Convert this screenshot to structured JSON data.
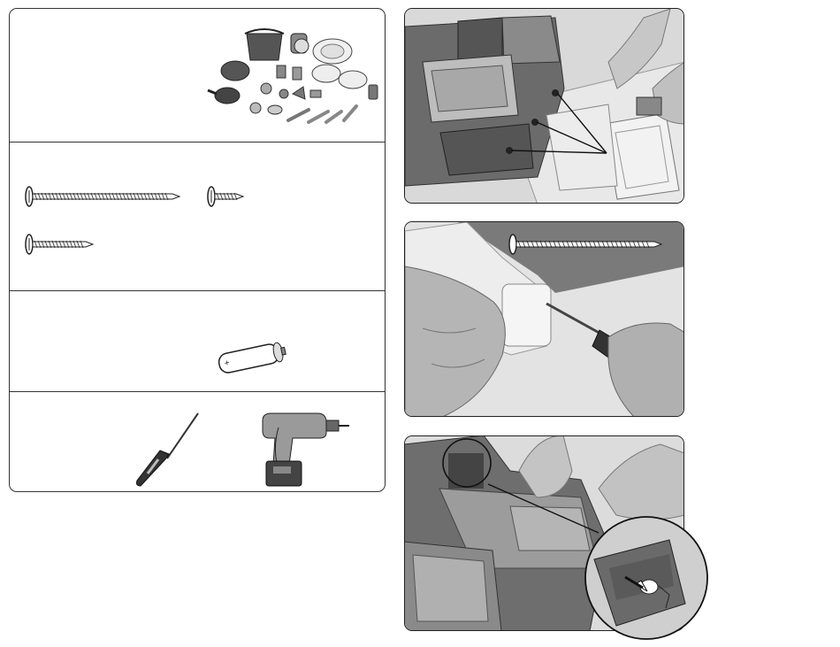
{
  "parts_list": {
    "sections": [
      {
        "name": "play-accessories",
        "icon": "kitchen-accessories-illustration"
      },
      {
        "name": "screws",
        "icon": "screw-illustrations"
      },
      {
        "name": "battery",
        "icon": "aa-battery-illustration",
        "mark": "+"
      },
      {
        "name": "tools",
        "icons": [
          "phillips-screwdriver-illustration",
          "cordless-drill-illustration"
        ]
      }
    ]
  },
  "steps": [
    {
      "name": "step-photo-1",
      "content": "align-panel-tabs-photo"
    },
    {
      "name": "step-photo-2",
      "content": "screwdriver-long-screw-photo"
    },
    {
      "name": "step-photo-3",
      "content": "detail-zoom-photo"
    }
  ],
  "colors": {
    "line": "#333333",
    "photo_bg": "#d6d6d6"
  }
}
